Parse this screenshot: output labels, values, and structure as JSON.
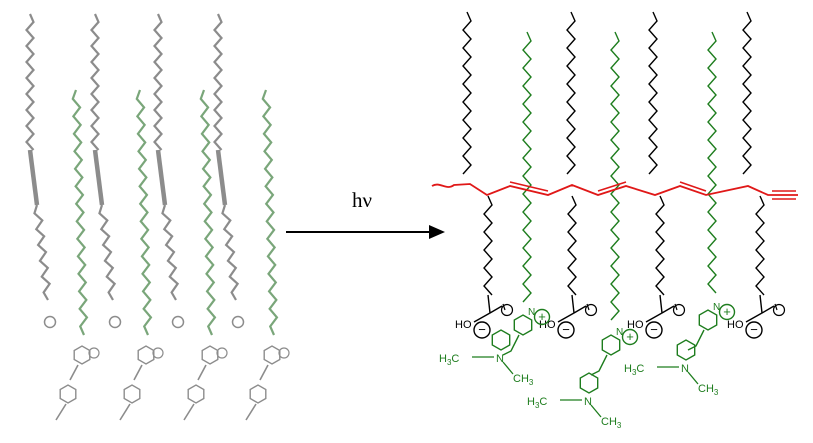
{
  "reaction": {
    "label": "hν"
  },
  "right_panel": {
    "acid_label": "HO",
    "minus_sign": "−",
    "plus_sign": "+",
    "nitrogen": "N",
    "methyl_label": "CH",
    "methyl_label_left": "H",
    "methyl_label_left_tail": "C",
    "methyl_sub": "3"
  },
  "colors": {
    "alkyl_chain": "#000000",
    "dye_chain": "#1e7d1e",
    "polymer_backbone": "#e01818",
    "faded_chain": "#8c8c8c",
    "faded_dye": "#7aa67a",
    "arrow": "#000000"
  }
}
